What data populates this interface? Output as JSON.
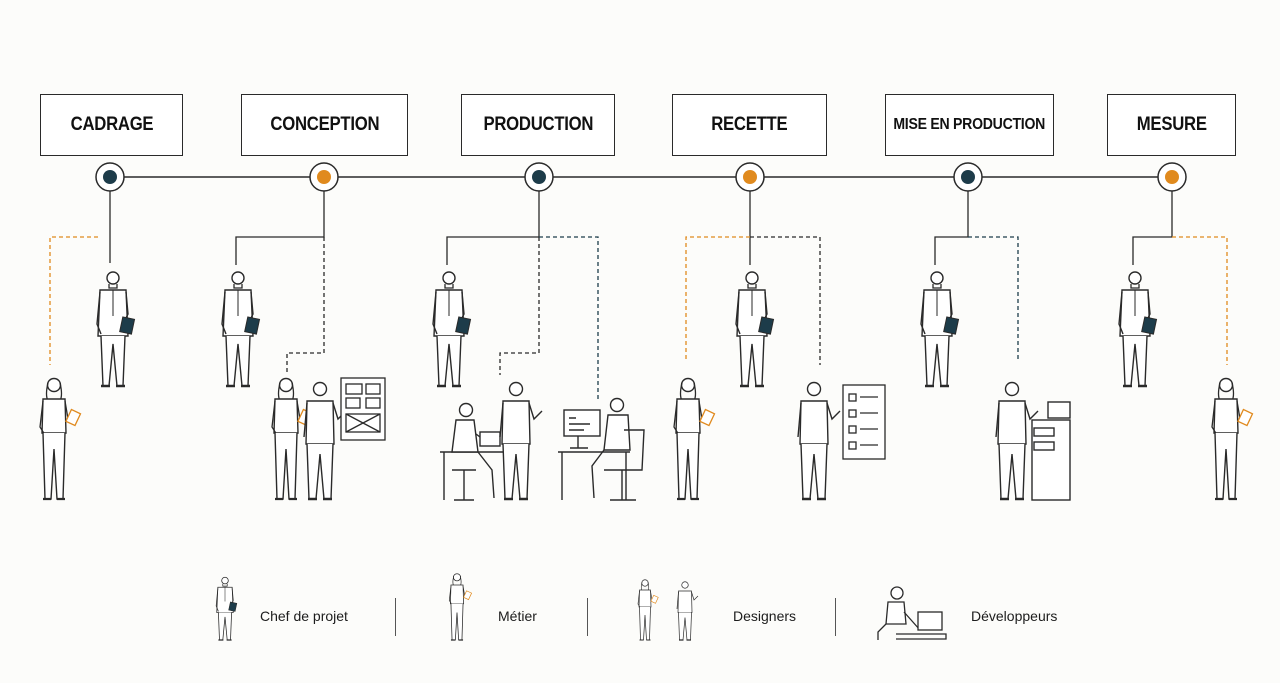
{
  "colors": {
    "dark": "#1d3c4a",
    "accent": "#e08a1e",
    "line": "#2a2a2a"
  },
  "phases": [
    {
      "label": "CADRAGE",
      "dot": "dark"
    },
    {
      "label": "CONCEPTION",
      "dot": "accent"
    },
    {
      "label": "PRODUCTION",
      "dot": "dark"
    },
    {
      "label": "RECETTE",
      "dot": "accent"
    },
    {
      "label": "MISE EN PRODUCTION",
      "dot": "dark"
    },
    {
      "label": "MESURE",
      "dot": "accent"
    }
  ],
  "legend": [
    {
      "label": "Chef de projet",
      "icon": "project-manager-icon"
    },
    {
      "label": "Métier",
      "icon": "business-user-icon"
    },
    {
      "label": "Designers",
      "icon": "designers-icon"
    },
    {
      "label": "Développeurs",
      "icon": "developer-icon"
    }
  ]
}
